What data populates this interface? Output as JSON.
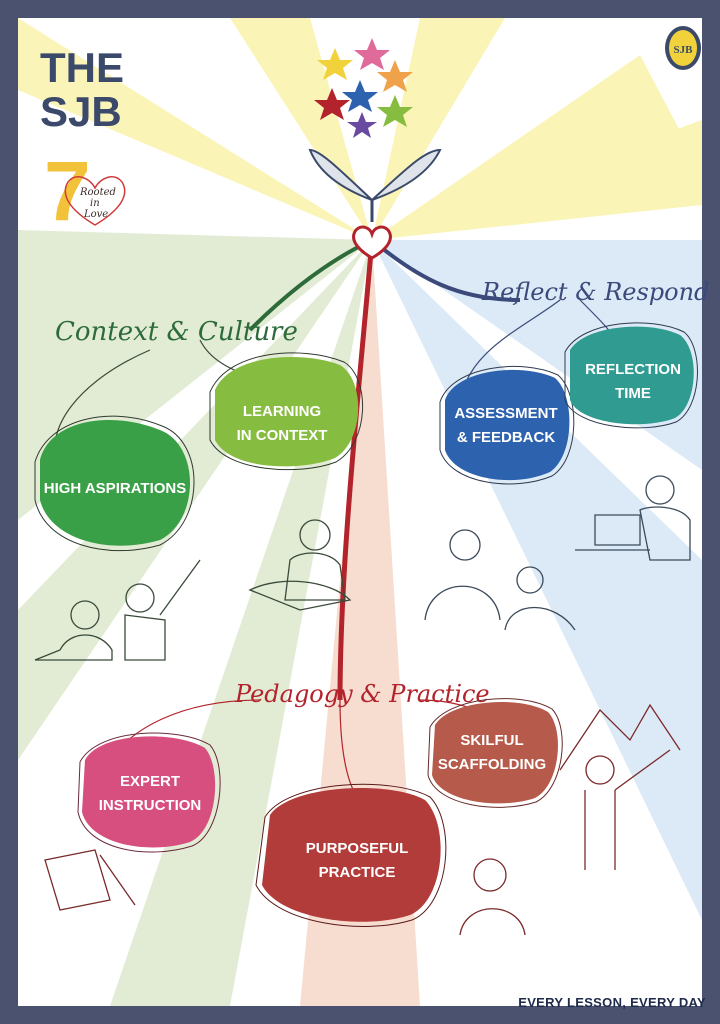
{
  "logo": {
    "line1": "THE",
    "line2": "SJB",
    "number": "7",
    "tagline": [
      "Rooted",
      "in",
      "Love"
    ]
  },
  "badge": "SJB",
  "themes": {
    "context": {
      "title": "Context & Culture",
      "color": "#2e6b3a"
    },
    "reflect": {
      "title": "Reflect & Respond",
      "color": "#3b4a7a"
    },
    "pedagogy": {
      "title": "Pedagogy & Practice",
      "color": "#b3232b"
    }
  },
  "bubbles": {
    "high_aspirations": {
      "lines": [
        "HIGH ASPIRATIONS"
      ],
      "color": "#3aa047"
    },
    "learning_in_context": {
      "lines": [
        "LEARNING",
        "IN CONTEXT"
      ],
      "color": "#86bc3f"
    },
    "assessment_feedback": {
      "lines": [
        "ASSESSMENT",
        "& FEEDBACK"
      ],
      "color": "#2d62ae"
    },
    "reflection_time": {
      "lines": [
        "REFLECTION",
        "TIME"
      ],
      "color": "#2f9b91"
    },
    "skilful_scaffolding": {
      "lines": [
        "SKILFUL",
        "SCAFFOLDING"
      ],
      "color": "#b65b4b"
    },
    "expert_instruction": {
      "lines": [
        "EXPERT",
        "INSTRUCTION"
      ],
      "color": "#d64f7f"
    },
    "purposeful_practice": {
      "lines": [
        "PURPOSEFUL",
        "PRACTICE"
      ],
      "color": "#b23c3a"
    }
  },
  "footer": "EVERY LESSON, EVERY DAY"
}
